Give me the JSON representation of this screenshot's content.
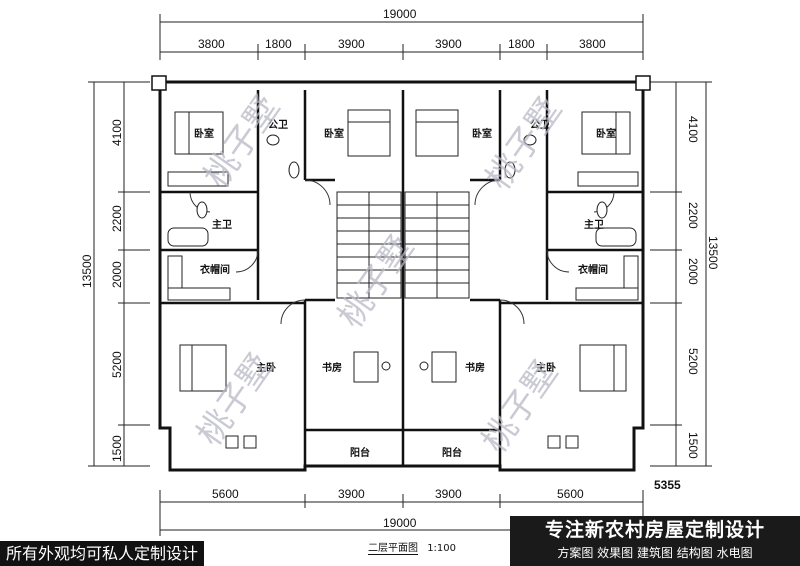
{
  "dims": {
    "total_top": "19000",
    "top": [
      "3800",
      "1800",
      "3900",
      "3900",
      "1800",
      "3800"
    ],
    "total_bottom": "19000",
    "bottom": [
      "5600",
      "3900",
      "3900",
      "5600"
    ],
    "left": [
      "4100",
      "2200",
      "2000",
      "5200",
      "1500"
    ],
    "left_total": "13500",
    "right": [
      "4100",
      "2200",
      "2000",
      "5200",
      "1500"
    ],
    "right_total": "13500"
  },
  "rooms": {
    "bedroom": "卧室",
    "public_bath": "公卫",
    "master_bath": "主卫",
    "closet": "衣帽间",
    "master_bedroom": "主卧",
    "study": "书房",
    "balcony": "阳台"
  },
  "watermark": "桃子墅",
  "tag": "5355",
  "caption": {
    "title": "二层平面图",
    "scale": "1:100"
  },
  "banner_left": "所有外观均可私人定制设计",
  "banner_right": {
    "title": "专注新农村房屋定制设计",
    "services": "方案图 效果图 建筑图 结构图 水电图"
  }
}
